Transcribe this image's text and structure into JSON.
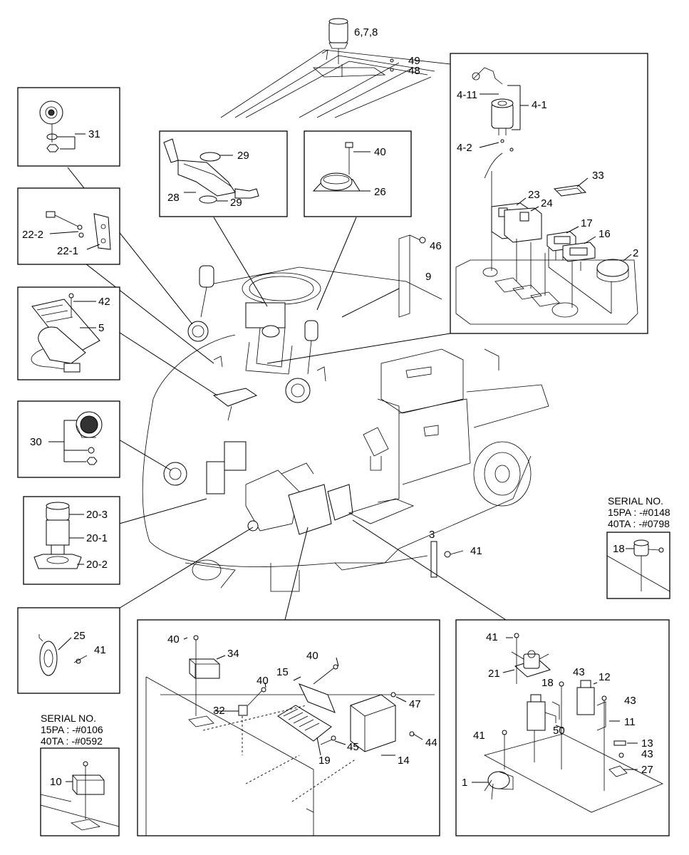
{
  "labels": {
    "p678": "6,7,8",
    "p49": "49",
    "p48": "48",
    "p4_11": "4-11",
    "p4_1": "4-1",
    "p4_2": "4-2",
    "p33": "33",
    "p23": "23",
    "p24": "24",
    "p17": "17",
    "p16": "16",
    "p2": "2",
    "p31": "31",
    "p29a": "29",
    "p28": "28",
    "p29b": "29",
    "p40a": "40",
    "p26": "26",
    "p22_2": "22-2",
    "p22_1": "22-1",
    "p46": "46",
    "p9": "9",
    "p42": "42",
    "p5": "5",
    "p30": "30",
    "p20_3": "20-3",
    "p20_1": "20-1",
    "p20_2": "20-2",
    "p3": "3",
    "p41a": "41",
    "p18": "18",
    "p25": "25",
    "p41b": "41",
    "p40b": "40",
    "p34": "34",
    "p40c": "40",
    "p15": "15",
    "p40d": "40",
    "p32": "32",
    "p47": "47",
    "p45": "45",
    "p44": "44",
    "p19": "19",
    "p14": "14",
    "p41c": "41",
    "p21": "21",
    "p43a": "43",
    "p12": "12",
    "p18b": "18",
    "p43b": "43",
    "p50": "50",
    "p11": "11",
    "p41d": "41",
    "p13": "13",
    "p43c": "43",
    "p27": "27",
    "p1": "1",
    "p10": "10"
  },
  "serial_right": {
    "title": "SERIAL NO.",
    "line1": "15PA : -#0148",
    "line2": "40TA : -#0798"
  },
  "serial_left": {
    "title": "SERIAL NO.",
    "line1": "15PA : -#0106",
    "line2": "40TA : -#0592"
  }
}
